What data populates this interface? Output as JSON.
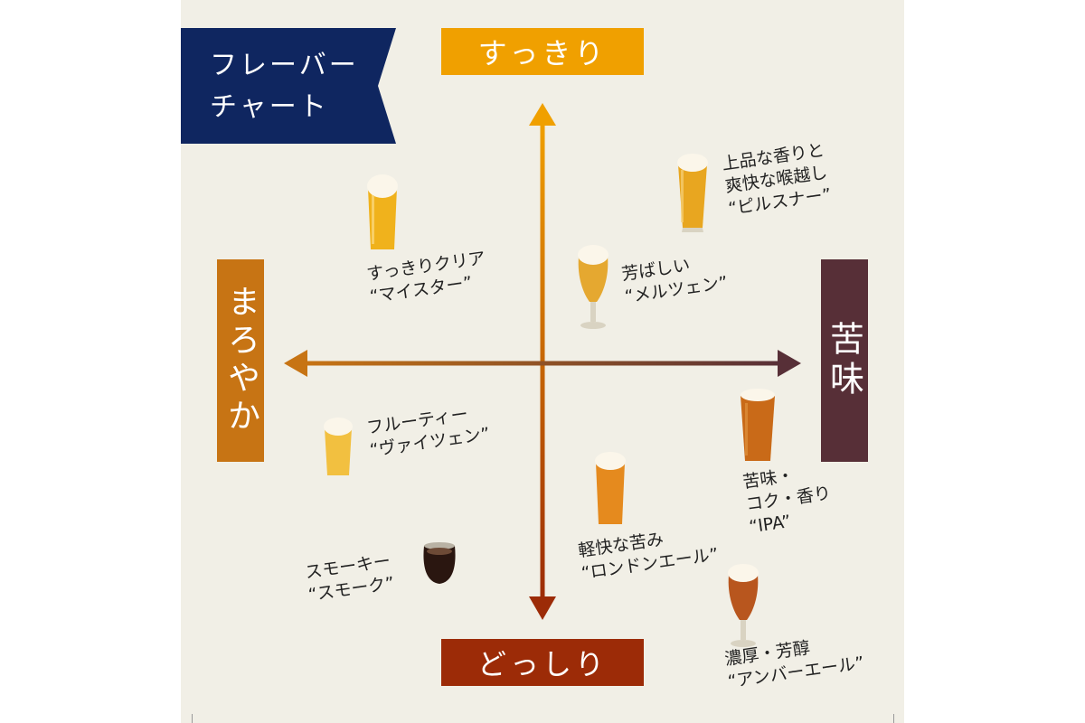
{
  "title": "フレーバー\nチャート",
  "axes": {
    "top": "すっきり",
    "bottom": "どっしり",
    "left": "まろやか",
    "right": "苦味"
  },
  "colors": {
    "title_bg": "#0f2660",
    "top": "#f0a000",
    "bottom": "#9c2b07",
    "left": "#c77414",
    "right": "#572f37",
    "panel": "#f1efe6"
  },
  "beers": [
    {
      "id": "pilsner",
      "label": "上品な香りと\n爽快な喉越し\n“ピルスナー”",
      "glass": "pilsner-glass-icon"
    },
    {
      "id": "meister",
      "label": "すっきりクリア\n“マイスター”",
      "glass": "tumbler-glass-icon"
    },
    {
      "id": "maerzen",
      "label": "芳ばしい\n“メルツェン”",
      "glass": "tulip-glass-icon"
    },
    {
      "id": "weizen",
      "label": "フルーティー\n“ヴァイツェン”",
      "glass": "tumbler-glass-icon"
    },
    {
      "id": "ipa",
      "label": "苦味・\nコク・香り\n“IPA”",
      "glass": "pint-glass-icon"
    },
    {
      "id": "london",
      "label": "軽快な苦み\n“ロンドンエール”",
      "glass": "tumbler-glass-icon"
    },
    {
      "id": "smoke",
      "label": "スモーキー\n“スモーク”",
      "glass": "round-glass-icon"
    },
    {
      "id": "amber",
      "label": "濃厚・芳醇\n“アンバーエール”",
      "glass": "tulip-glass-icon"
    }
  ]
}
